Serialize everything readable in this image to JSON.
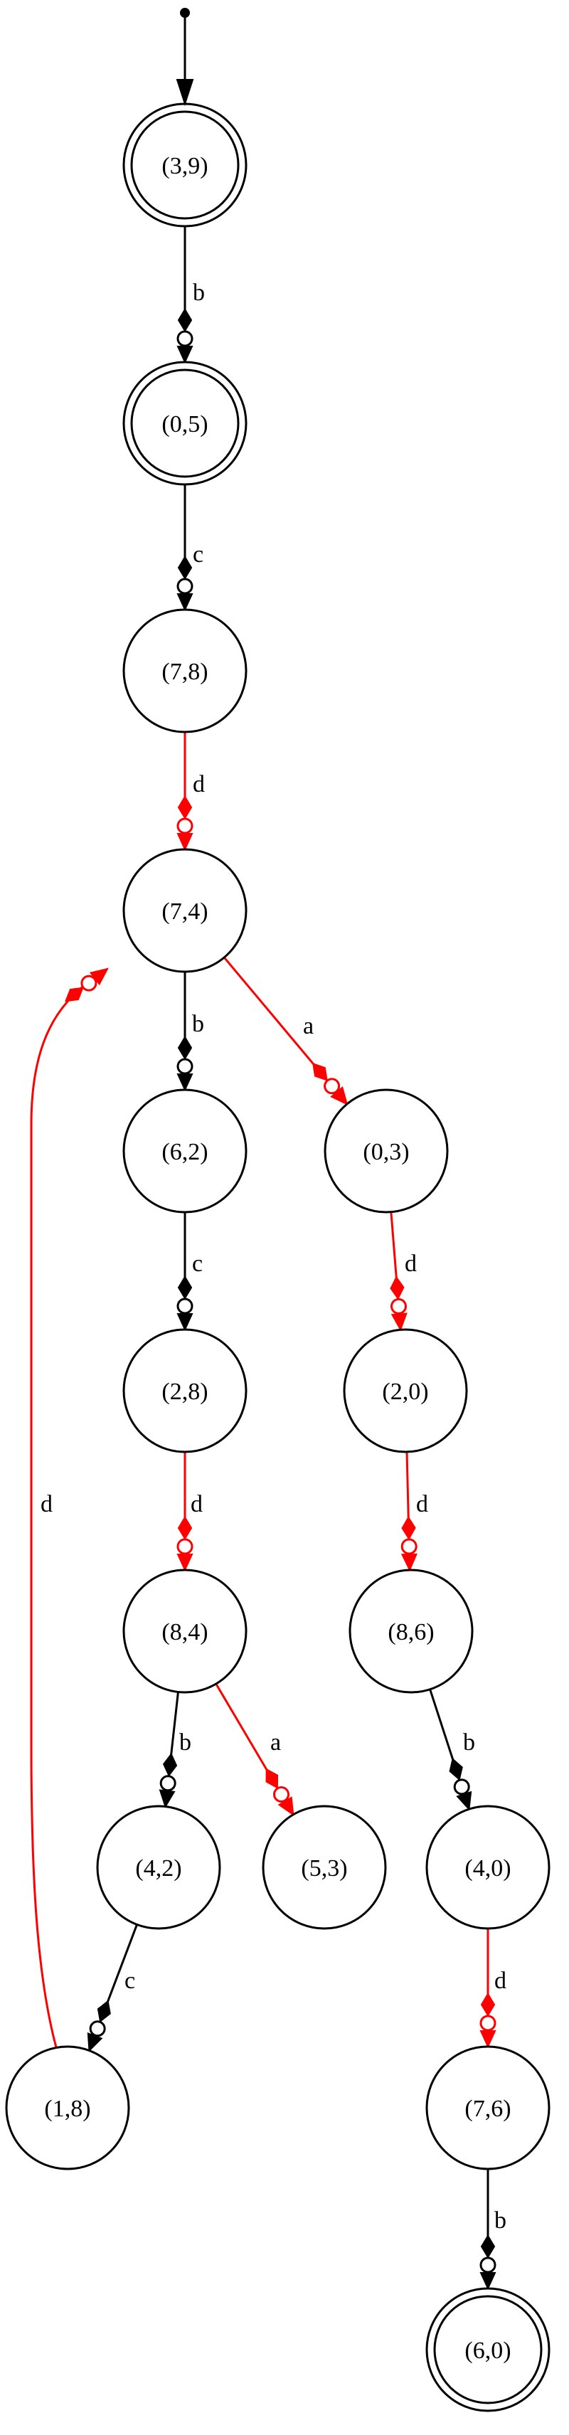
{
  "nodes": {
    "n39": {
      "label": "(3,9)",
      "accepting": true
    },
    "n05": {
      "label": "(0,5)",
      "accepting": true
    },
    "n78": {
      "label": "(7,8)",
      "accepting": false
    },
    "n74": {
      "label": "(7,4)",
      "accepting": false
    },
    "n62": {
      "label": "(6,2)",
      "accepting": false
    },
    "n03": {
      "label": "(0,3)",
      "accepting": false
    },
    "n28": {
      "label": "(2,8)",
      "accepting": false
    },
    "n20": {
      "label": "(2,0)",
      "accepting": false
    },
    "n84": {
      "label": "(8,4)",
      "accepting": false
    },
    "n86": {
      "label": "(8,6)",
      "accepting": false
    },
    "n42": {
      "label": "(4,2)",
      "accepting": false
    },
    "n53": {
      "label": "(5,3)",
      "accepting": false
    },
    "n40": {
      "label": "(4,0)",
      "accepting": false
    },
    "n18": {
      "label": "(1,8)",
      "accepting": false
    },
    "n76": {
      "label": "(7,6)",
      "accepting": false
    },
    "n60": {
      "label": "(6,0)",
      "accepting": true
    }
  },
  "edges": [
    {
      "id": "e1",
      "from": "n39",
      "to": "n05",
      "label": "b",
      "color": "#000000"
    },
    {
      "id": "e2",
      "from": "n05",
      "to": "n78",
      "label": "c",
      "color": "#000000"
    },
    {
      "id": "e3",
      "from": "n78",
      "to": "n74",
      "label": "d",
      "color": "#ff0000"
    },
    {
      "id": "e4",
      "from": "n74",
      "to": "n62",
      "label": "b",
      "color": "#000000"
    },
    {
      "id": "e5",
      "from": "n74",
      "to": "n03",
      "label": "a",
      "color": "#ff0000"
    },
    {
      "id": "e6",
      "from": "n62",
      "to": "n28",
      "label": "c",
      "color": "#000000"
    },
    {
      "id": "e7",
      "from": "n03",
      "to": "n20",
      "label": "d",
      "color": "#ff0000"
    },
    {
      "id": "e8",
      "from": "n28",
      "to": "n84",
      "label": "d",
      "color": "#ff0000"
    },
    {
      "id": "e9",
      "from": "n20",
      "to": "n86",
      "label": "d",
      "color": "#ff0000"
    },
    {
      "id": "e10",
      "from": "n84",
      "to": "n42",
      "label": "b",
      "color": "#000000"
    },
    {
      "id": "e11",
      "from": "n84",
      "to": "n53",
      "label": "a",
      "color": "#ff0000"
    },
    {
      "id": "e12",
      "from": "n86",
      "to": "n40",
      "label": "b",
      "color": "#000000"
    },
    {
      "id": "e13",
      "from": "n42",
      "to": "n18",
      "label": "c",
      "color": "#000000"
    },
    {
      "id": "e14",
      "from": "n40",
      "to": "n76",
      "label": "d",
      "color": "#ff0000"
    },
    {
      "id": "e15",
      "from": "n76",
      "to": "n60",
      "label": "b",
      "color": "#000000"
    },
    {
      "id": "e16",
      "from": "n18",
      "to": "n74",
      "label": "d",
      "color": "#ff0000"
    }
  ]
}
